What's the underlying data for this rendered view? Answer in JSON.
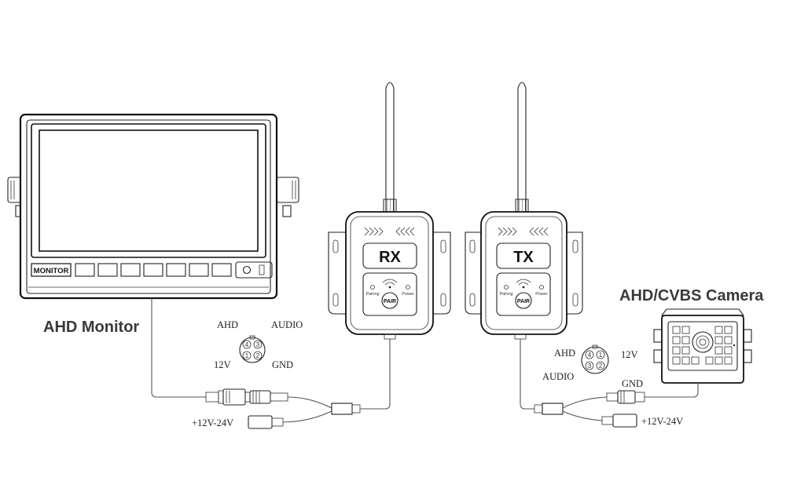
{
  "labels": {
    "monitor_caption": "AHD Monitor",
    "camera_caption": "AHD/CVBS Camera",
    "monitor_badge": "MONITOR",
    "rx_name": "RX",
    "tx_name": "TX",
    "pair_button": "PAIR",
    "pairing_led": "Pairing",
    "power_led": "Power"
  },
  "monitor_connector": {
    "pin_ahd": "AHD",
    "pin_audio": "AUDIO",
    "pin_12v": "12V",
    "pin_gnd": "GND",
    "numbers": [
      "4",
      "3",
      "1",
      "2"
    ],
    "power_input": "+12V-24V"
  },
  "camera_connector": {
    "pin_ahd": "AHD",
    "pin_12v": "12V",
    "pin_audio": "AUDIO",
    "pin_gnd": "GND",
    "numbers": [
      "4",
      "1",
      "3",
      "2"
    ],
    "power_input": "+12V-24V"
  },
  "colors": {
    "line": "#222222",
    "caption": "#3a3a3a"
  }
}
